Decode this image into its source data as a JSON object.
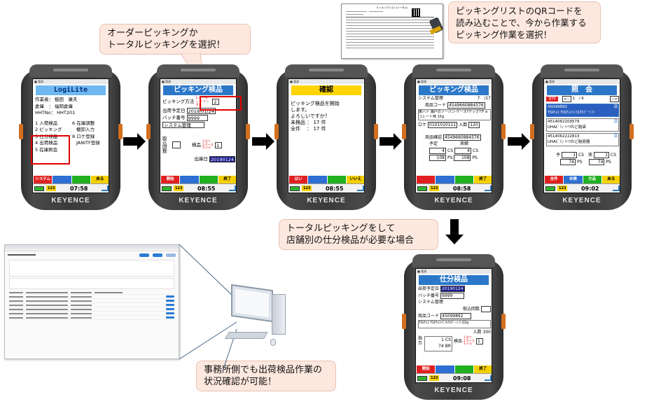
{
  "callouts": {
    "top_center": [
      "オーダーピッキングか",
      "トータルピッキングを選択！"
    ],
    "top_right": [
      "ピッキングリストのQRコードを",
      "読み込むことで、今から作業する",
      "ピッキング作業を選択！"
    ],
    "mid_right": [
      "トータルピッキングをして",
      "店舗別の仕分検品が必要な場合"
    ],
    "bottom": [
      "事務所側でも出荷検品作業の",
      "状況確認が可能！"
    ]
  },
  "brand": "KEYENCE",
  "screens": {
    "menu": {
      "title": "LogiLite",
      "rows": [
        {
          "k": "作業者：",
          "v": "植田　康夫"
        },
        {
          "k": "倉庫　：",
          "v": "福岡倉庫"
        },
        {
          "k": "HHTNo：",
          "v": "HHT201"
        }
      ],
      "menu_left": [
        "1 入荷検品",
        "2 ピッキング",
        "3 仕分検品",
        "4 出荷検品",
        "5 在庫照会"
      ],
      "menu_right": [
        "6 在庫調整",
        "棚卸入力",
        "8 ロケ登録",
        "JANITF登録"
      ],
      "fkeys": [
        "システム",
        "",
        "",
        "戻る"
      ],
      "time": "07:58",
      "k123": "123"
    },
    "picking": {
      "title": "ピッキング検品",
      "method_label": "ピッキング方法",
      "method_opts": "1:オーダー 2:トータル",
      "method_value": "2",
      "date_label": "出荷予定日",
      "date_value": "2019/01/24",
      "batch_label": "バッチ番号",
      "batch_value": "9999",
      "system_label": "システム管理",
      "take_label": "取込 回数",
      "inspect_label": "検品",
      "inspect_opts": "1:全て 2:ケース 3:バラ",
      "inspect_value": "1",
      "ship_label": "出庫日",
      "ship_value": "20190124",
      "fkeys": [
        "開始",
        "",
        "",
        "終了"
      ],
      "time": "08:55",
      "k123": "123"
    },
    "confirm": {
      "title": "確認",
      "lines": [
        "ピッキング検品を開始",
        "します。",
        "よろしいですか？",
        "未検品 ： 17 件",
        "全件　 ： 17 件"
      ],
      "fkeys": [
        "はい",
        "",
        "",
        "いいえ"
      ],
      "time": "08:55",
      "k123": "123"
    },
    "inspect": {
      "title": "ピッキング検品",
      "system": "システム管理",
      "count": "7　/17",
      "code_label": "商品コード",
      "code_value": "4549660884576",
      "product": "東ハト 瀬戸のソーパン-ケース?テック?チョコレート味 15g",
      "loc_label": "ロケ",
      "loc_value": "0101010111",
      "qty_in_label": "入数",
      "qty_in_value": "120",
      "confirm_label": "商品確認",
      "confirm_value": "4549660884576",
      "plan_label": "予定",
      "result_label": "実績",
      "plan_cs": "4",
      "plan_ps": "108",
      "res_cs": "4",
      "res_ps": "108",
      "unit_cs": "CS",
      "unit_ps": "PS",
      "fkeys": [
        "",
        "",
        "",
        "終了"
      ],
      "time": "08:58",
      "k123": "123"
    },
    "inquiry": {
      "title": "照　会",
      "tab_all": "全件",
      "nav": "1　/ 6",
      "items": [
        {
          "code": "45099892",
          "name": "ﾁﾛﾙﾁｮｺ ﾁﾛﾙﾁｮｺ＜ﾐﾙｸｶﾌﾞｰﾝ＞",
          "flag": "済"
        },
        {
          "code": "4514062209579",
          "name": "UHAﾋﾞﾐﾝ ｲｰﾜのど飴袋",
          "flag": "済"
        },
        {
          "code": "4514062222813",
          "name": "UHAﾋﾞﾐﾝ ｲｰﾜのど飴容器",
          "flag": "済"
        }
      ],
      "plan_label": "予",
      "plan_cs": "1",
      "plan_ps": "74",
      "res_label": "実",
      "res_cs": "1",
      "res_ps": "74",
      "fkeys": [
        "全件",
        "未検",
        "欠品",
        "戻る"
      ],
      "time": "09:02",
      "k123": "123"
    },
    "sort": {
      "title": "仕分検品",
      "date_label": "出荷予定日",
      "date_value": "20190124",
      "batch_label": "バッチ番号",
      "batch_value": "9999",
      "system_label": "システム管理",
      "take_label": "取込回数",
      "code_label": "商品コード",
      "code_value": "45099892",
      "product": "ﾁﾛﾙﾁｮｺ ﾁﾛﾙﾁｮｺ＜ﾐﾙｸｶﾌﾞｰﾝ＞22g",
      "qty_in_label": "入数",
      "qty_in_value": "300",
      "indicate_label": "指示",
      "cs_value": "1",
      "br_value": "74",
      "unit_cs": "CS",
      "unit_br": "BR",
      "inspect_label": "検品",
      "inspect_opts": "1:全て 2:ケース 3:バラ",
      "inspect_value": "1",
      "fkeys": [
        "開始",
        "",
        "",
        "終了"
      ],
      "time": "09:08",
      "k123": "123"
    }
  }
}
